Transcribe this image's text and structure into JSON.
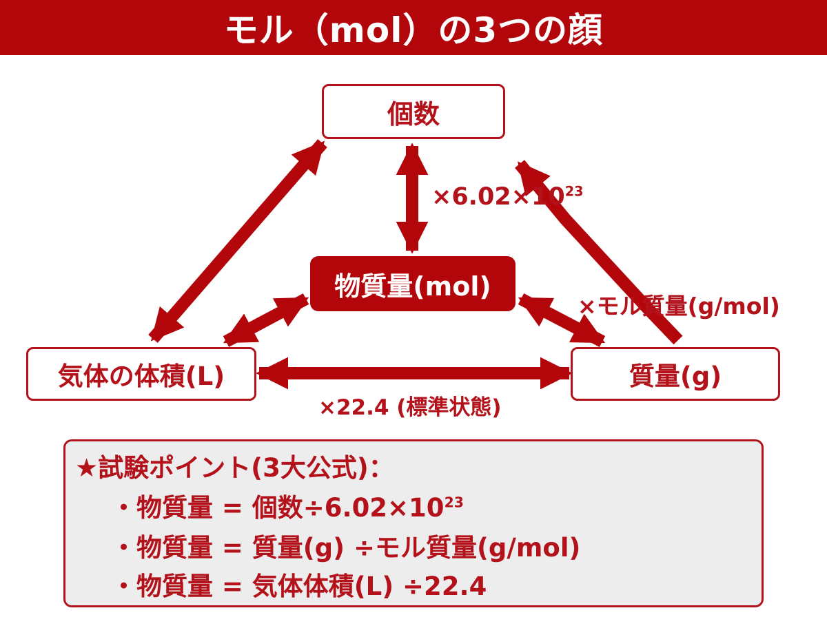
{
  "title": "モル（mol）の3つの顔",
  "nodes": {
    "top": "個数",
    "center": "物質量(mol)",
    "left": "気体の体積(L)",
    "right": "質量(g)"
  },
  "edge_labels": {
    "avogadro_base": "×6.02×10",
    "avogadro_exp": "23",
    "molar_mass": "×モル質量(g/mol)",
    "molar_volume": "×22.4 (標準状態)"
  },
  "exam_point": {
    "heading": "★試験ポイント(3大公式)：",
    "formulas": [
      {
        "text": "・物質量 = 個数÷6.02×10",
        "sup": "23"
      },
      {
        "text": "・物質量 = 質量(g) ÷モル質量(g/mol)",
        "sup": ""
      },
      {
        "text": "・物質量 = 気体体積(L) ÷22.4",
        "sup": ""
      }
    ]
  },
  "colors": {
    "primary": "#b3060b",
    "box_fill": "#ededed",
    "background": "#ffffff"
  }
}
